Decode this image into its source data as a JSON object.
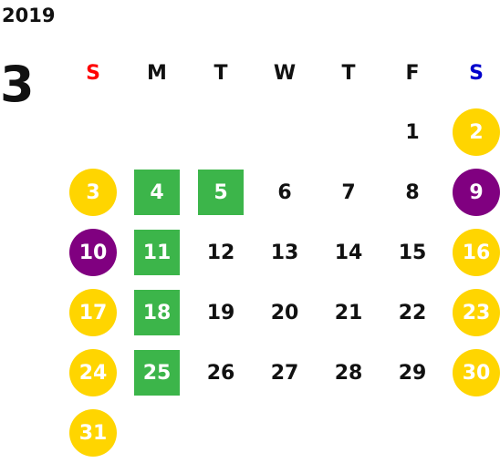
{
  "calendar": {
    "year": "2019",
    "month": "3",
    "weekdays": [
      {
        "label": "S",
        "color": "#FF0000"
      },
      {
        "label": "M",
        "color": "#111111"
      },
      {
        "label": "T",
        "color": "#111111"
      },
      {
        "label": "W",
        "color": "#111111"
      },
      {
        "label": "T",
        "color": "#111111"
      },
      {
        "label": "F",
        "color": "#111111"
      },
      {
        "label": "S",
        "color": "#0000CC"
      }
    ],
    "weeks": [
      [
        null,
        null,
        null,
        null,
        null,
        {
          "day": "1",
          "style": "plain"
        },
        {
          "day": "2",
          "style": "yellow-circle"
        }
      ],
      [
        {
          "day": "3",
          "style": "yellow-circle"
        },
        {
          "day": "4",
          "style": "green-square"
        },
        {
          "day": "5",
          "style": "green-square"
        },
        {
          "day": "6",
          "style": "plain"
        },
        {
          "day": "7",
          "style": "plain"
        },
        {
          "day": "8",
          "style": "plain"
        },
        {
          "day": "9",
          "style": "purple-circle"
        }
      ],
      [
        {
          "day": "10",
          "style": "purple-circle"
        },
        {
          "day": "11",
          "style": "green-square"
        },
        {
          "day": "12",
          "style": "plain"
        },
        {
          "day": "13",
          "style": "plain"
        },
        {
          "day": "14",
          "style": "plain"
        },
        {
          "day": "15",
          "style": "plain"
        },
        {
          "day": "16",
          "style": "yellow-circle"
        }
      ],
      [
        {
          "day": "17",
          "style": "yellow-circle"
        },
        {
          "day": "18",
          "style": "green-square"
        },
        {
          "day": "19",
          "style": "plain"
        },
        {
          "day": "20",
          "style": "plain"
        },
        {
          "day": "21",
          "style": "plain"
        },
        {
          "day": "22",
          "style": "plain"
        },
        {
          "day": "23",
          "style": "yellow-circle"
        }
      ],
      [
        {
          "day": "24",
          "style": "yellow-circle"
        },
        {
          "day": "25",
          "style": "green-square"
        },
        {
          "day": "26",
          "style": "plain"
        },
        {
          "day": "27",
          "style": "plain"
        },
        {
          "day": "28",
          "style": "plain"
        },
        {
          "day": "29",
          "style": "plain"
        },
        {
          "day": "30",
          "style": "yellow-circle"
        }
      ],
      [
        {
          "day": "31",
          "style": "yellow-circle"
        },
        null,
        null,
        null,
        null,
        null,
        null
      ]
    ]
  },
  "colors": {
    "yellow": "#FFD500",
    "purple": "#800080",
    "green": "#3CB54A",
    "text": "#111111"
  }
}
